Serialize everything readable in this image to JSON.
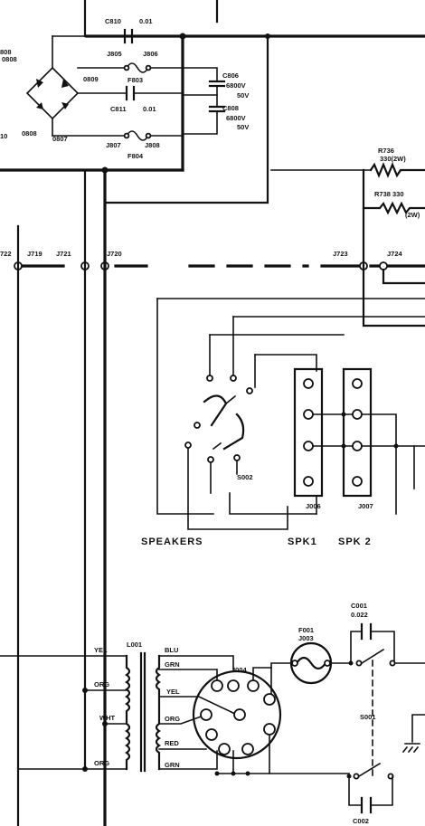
{
  "labels": {
    "c810": "C810",
    "c810_val": "0.01",
    "c811": "C811",
    "c811_val": "0.01",
    "q808a": "808",
    "q808b": "0808",
    "q809": "0809",
    "q808c": "0808",
    "q810": "10",
    "q807": "0807",
    "j805": "J805",
    "j806": "J806",
    "f803": "F803",
    "j807": "J807",
    "j808": "J808",
    "f804": "F804",
    "c806": "C806",
    "c806_val1": "6800V",
    "c806_val2": "50V",
    "c808": "C808",
    "c808_val1": "6800V",
    "c808_val2": "50V",
    "r736": "R736",
    "r736_val": "330(2W)",
    "r738": "R738 330",
    "r738_val": "(2W)",
    "j722": "722",
    "j719": "J719",
    "j721": "J721",
    "j720": "J720",
    "j723": "J723",
    "j724": "J724",
    "s002": "S002",
    "j006": "J006",
    "j007": "J007",
    "speakers": "SPEAKERS",
    "spk1": "SPK1",
    "spk2": "SPK 2",
    "l001": "L001",
    "yel_left": "YEL",
    "org_left1": "ORG",
    "wht_left": "WHT",
    "org_left2": "ORG",
    "blu": "BLU",
    "grn1": "GRN",
    "yel_right": "YEL",
    "org_right": "ORG",
    "red": "RED",
    "grn2": "GRN",
    "j004": "J004",
    "f001": "F001",
    "j003": "J003",
    "c001": "C001",
    "c001_val": "0.022",
    "s001": "S001",
    "c002": "C002"
  }
}
